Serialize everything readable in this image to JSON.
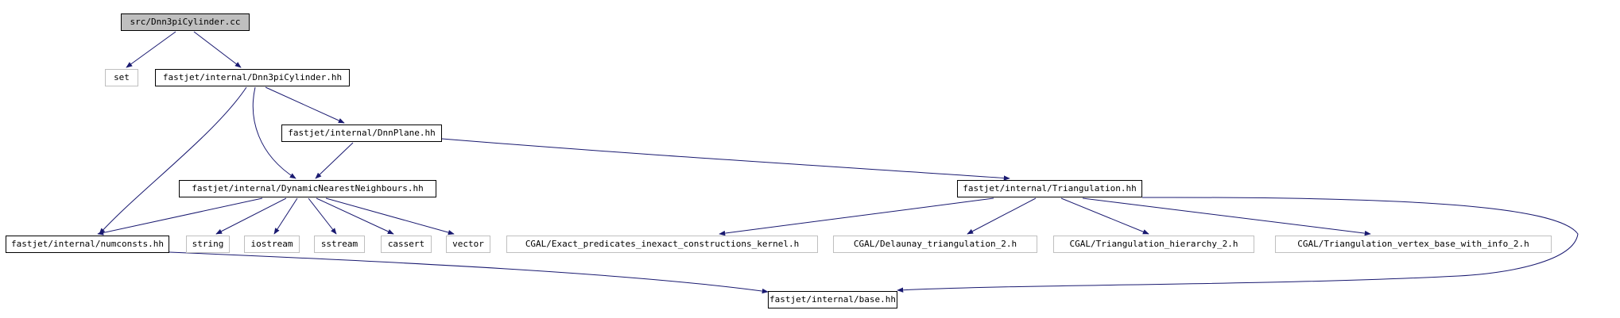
{
  "graph": {
    "root": "src/Dnn3piCylinder.cc",
    "nodes": {
      "set": "set",
      "dnn3pi_hh": "fastjet/internal/Dnn3piCylinder.hh",
      "dnnplane_hh": "fastjet/internal/DnnPlane.hh",
      "dynamic_nn_hh": "fastjet/internal/DynamicNearestNeighbours.hh",
      "triangulation_hh": "fastjet/internal/Triangulation.hh",
      "numconsts_hh": "fastjet/internal/numconsts.hh",
      "string": "string",
      "iostream": "iostream",
      "sstream": "sstream",
      "cassert": "cassert",
      "vector": "vector",
      "cgal_kernel": "CGAL/Exact_predicates_inexact_constructions_kernel.h",
      "cgal_delaunay": "CGAL/Delaunay_triangulation_2.h",
      "cgal_hierarchy": "CGAL/Triangulation_hierarchy_2.h",
      "cgal_vertex": "CGAL/Triangulation_vertex_base_with_info_2.h",
      "base_hh": "fastjet/internal/base.hh"
    },
    "edges": [
      [
        "root",
        "set"
      ],
      [
        "root",
        "dnn3pi_hh"
      ],
      [
        "dnn3pi_hh",
        "dnnplane_hh"
      ],
      [
        "dnn3pi_hh",
        "dynamic_nn_hh"
      ],
      [
        "dnn3pi_hh",
        "numconsts_hh"
      ],
      [
        "dnnplane_hh",
        "dynamic_nn_hh"
      ],
      [
        "dnnplane_hh",
        "triangulation_hh"
      ],
      [
        "dynamic_nn_hh",
        "numconsts_hh"
      ],
      [
        "dynamic_nn_hh",
        "string"
      ],
      [
        "dynamic_nn_hh",
        "iostream"
      ],
      [
        "dynamic_nn_hh",
        "sstream"
      ],
      [
        "dynamic_nn_hh",
        "cassert"
      ],
      [
        "dynamic_nn_hh",
        "vector"
      ],
      [
        "triangulation_hh",
        "cgal_kernel"
      ],
      [
        "triangulation_hh",
        "cgal_delaunay"
      ],
      [
        "triangulation_hh",
        "cgal_hierarchy"
      ],
      [
        "triangulation_hh",
        "cgal_vertex"
      ],
      [
        "triangulation_hh",
        "base_hh"
      ],
      [
        "numconsts_hh",
        "base_hh"
      ]
    ],
    "colors": {
      "edge": "#191970",
      "root_fill": "#bfbfbf",
      "documented_border": "#000000",
      "external_border": "#bfbfbf"
    }
  }
}
